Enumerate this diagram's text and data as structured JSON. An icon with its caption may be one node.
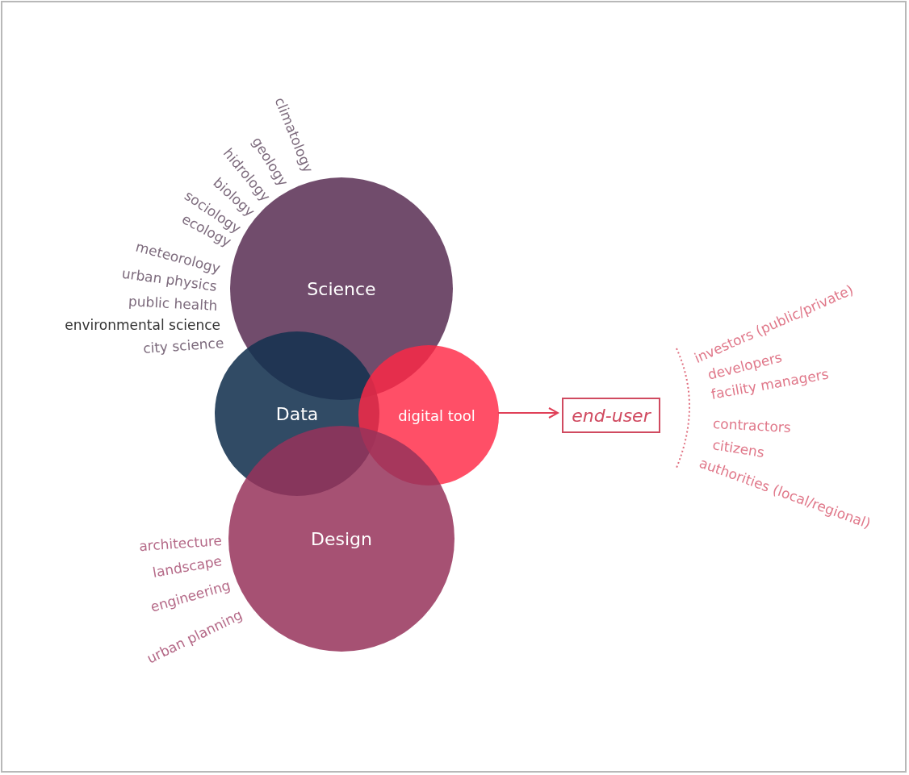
{
  "diagram": {
    "nodes": [
      {
        "text": [
          "Science"
        ]
      },
      {
        "text": [
          "Data"
        ]
      },
      {
        "text": [
          "digital tool"
        ]
      },
      {
        "text": [
          "Design"
        ]
      },
      {
        "text": [
          "end-user"
        ]
      }
    ],
    "edges": [
      {
        "from": 2,
        "to": 4,
        "arrow": "to"
      }
    ],
    "labels": [
      "climatology",
      "geology",
      "hidrology",
      "biology",
      "sociology",
      "ecology",
      "meteorology",
      "urban physics",
      "public health",
      "environmental science",
      "city science",
      "investors (public/private)",
      "developers",
      "facility managers",
      "contractors",
      "citizens",
      "authorities (local/regional)",
      "architecture",
      "landscape",
      "engineering",
      "urban planning"
    ]
  }
}
